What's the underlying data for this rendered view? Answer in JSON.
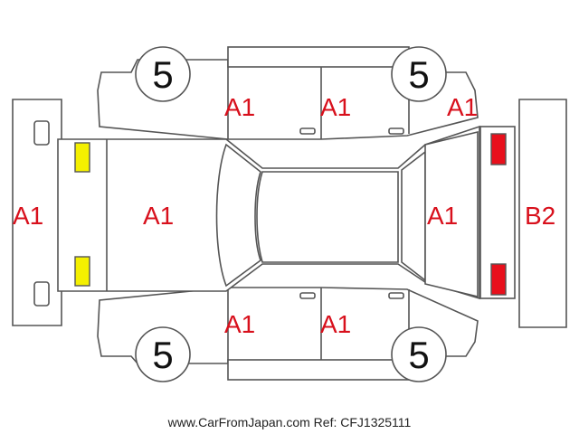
{
  "colors": {
    "label": "#d8101c",
    "outline": "#555555",
    "yellow_marker": "#f4f000",
    "red_marker": "#e8101c"
  },
  "panels": {
    "front_bumper": "A1",
    "hood": "A1",
    "left_front_door": "A1",
    "left_rear_door": "A1",
    "left_rear_quarter": "A1",
    "right_front_door": "A1",
    "right_rear_door": "A1",
    "trunk": "A1",
    "rear_bumper": "B2"
  },
  "tires": {
    "left_front": "5",
    "left_rear": "5",
    "right_front": "5",
    "right_rear": "5"
  },
  "footer": {
    "text": "www.CarFromJapan.com Ref: CFJ1325111"
  },
  "markers": {
    "front_lights": "yellow-marker",
    "rear_lights": "red-marker"
  }
}
